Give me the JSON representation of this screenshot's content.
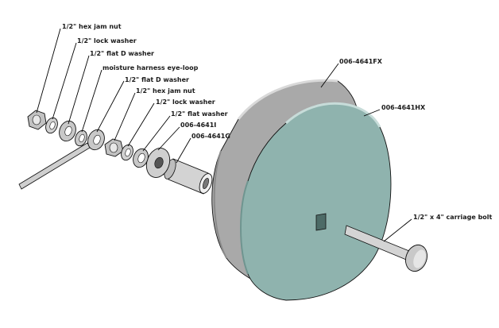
{
  "labels": {
    "hex_jam_nut_top": "1/2\" hex jam nut",
    "lock_washer_top": "1/2\" lock washer",
    "flat_d_washer_top": "1/2\" flat D washer",
    "eye_loop": "moisture harness eye-loop",
    "flat_d_washer_mid": "1/2\" flat D washer",
    "hex_jam_nut_mid": "1/2\" hex jam nut",
    "lock_washer_mid": "1/2\" lock washer",
    "flat_washer": "1/2\" flat washer",
    "part_4641i": "006-4641I",
    "part_4641g": "006-4641G",
    "part_4641fx": "006-4641FX",
    "part_4641hx": "006-4641HX",
    "carriage_bolt": "1/2\" x 4\" carriage bolt"
  },
  "colors": {
    "outer_disc": "#a6a6a6",
    "inner_disc": "#8cb0ac",
    "hardware": "#c8c8c8",
    "outline": "#111111"
  }
}
